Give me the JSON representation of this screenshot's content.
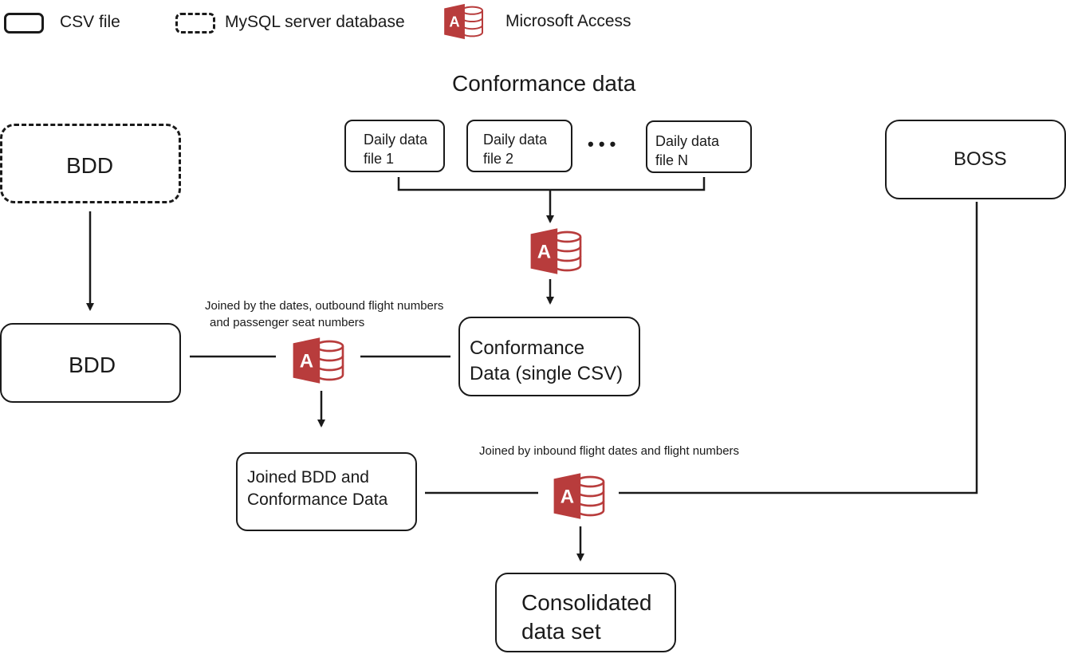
{
  "legend": {
    "csv": "CSV file",
    "mysql": "MySQL server database",
    "access": "Microsoft Access"
  },
  "conformance": {
    "title": "Conformance data",
    "files": [
      {
        "line1": "Daily data",
        "line2": "file 1"
      },
      {
        "line1": "Daily data",
        "line2": "file 2"
      },
      {
        "line1": "Daily data",
        "line2": "file N"
      }
    ],
    "ellipsis": "• • •"
  },
  "nodes": {
    "bdd_db": "BDD",
    "bdd_csv": "BDD",
    "boss": "BOSS",
    "conf_single": {
      "line1": "Conformance",
      "line2": "Data (single CSV)"
    },
    "joined": {
      "line1": "Joined BDD and",
      "line2": "Conformance Data"
    },
    "consolidated": {
      "line1": "Consolidated",
      "line2": "data set"
    }
  },
  "annotations": {
    "join1_line1": "Joined by the dates, outbound flight numbers",
    "join1_line2": "and passenger seat numbers",
    "join2": "Joined by inbound flight dates and flight numbers"
  },
  "access_icon": {
    "letter": "A",
    "color": "#b83c3c"
  },
  "colors": {
    "line": "#1a1a1a",
    "access": "#b83c3c"
  }
}
